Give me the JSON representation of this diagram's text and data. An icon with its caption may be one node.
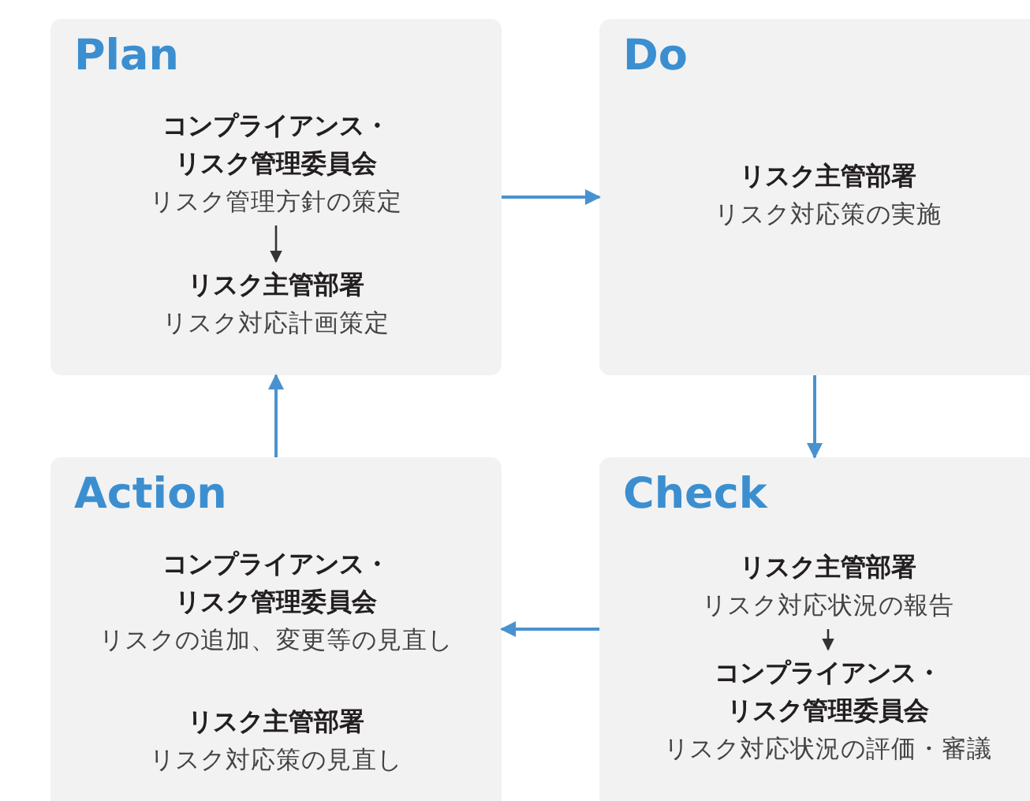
{
  "diagram": {
    "nodes": [
      {
        "text": [
          "Plan"
        ]
      },
      {
        "text": [
          "コンプライアンス・リスク管理委員会",
          "リスク管理方針の策定"
        ],
        "in": 0
      },
      {
        "text": [
          "リスク主管部署",
          "リスク対応計画策定"
        ],
        "in": 0
      },
      {
        "text": [
          "Do",
          "リスク主管部署",
          "リスク対応策の実施"
        ]
      },
      {
        "text": [
          "Check"
        ]
      },
      {
        "text": [
          "リスク主管部署",
          "リスク対応状況の報告"
        ],
        "in": 4
      },
      {
        "text": [
          "コンプライアンス・リスク管理委員会",
          "リスク対応状況の評価・審議"
        ],
        "in": 4
      },
      {
        "text": [
          "Action",
          "コンプライアンス・リスク管理委員会",
          "リスクの追加、変更等の見直し",
          "リスク主管部署",
          "リスク対応策の見直し"
        ]
      }
    ],
    "edges": [
      {
        "from": 1,
        "to": 2,
        "arrow": "to",
        "color": "#333333"
      },
      {
        "from": 0,
        "to": 3,
        "arrow": "to"
      },
      {
        "from": 3,
        "to": 4,
        "arrow": "to"
      },
      {
        "from": 5,
        "to": 6,
        "arrow": "to",
        "color": "#333333"
      },
      {
        "from": 4,
        "to": 7,
        "arrow": "to"
      },
      {
        "from": 7,
        "to": 0,
        "arrow": "to"
      }
    ]
  }
}
